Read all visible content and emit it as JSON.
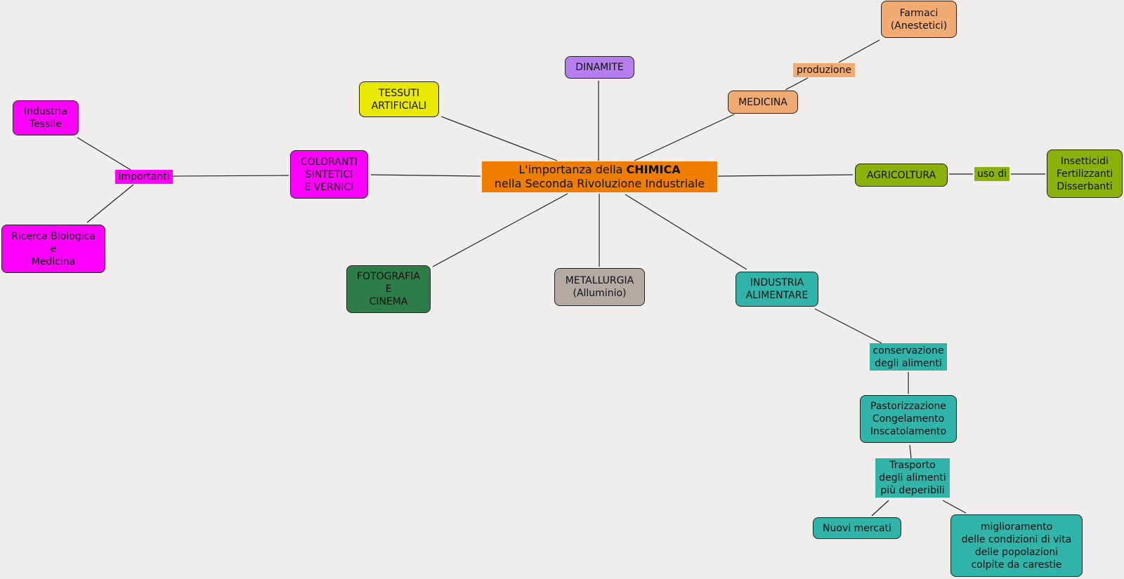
{
  "colors": {
    "background": "#efeeec",
    "center": "#ef7d00",
    "magenta": "#ff00ff",
    "yellow": "#e9e900",
    "purple": "#b77ef0",
    "peach": "#efab72",
    "olive": "#8bb10c",
    "teal": "#30b3a9",
    "dark_green": "#2e7d48",
    "gray": "#b3aba3"
  },
  "center": {
    "line1_prefix": "L'importanza della ",
    "line1_bold": "CHIMICA",
    "line2": "nella Seconda Rivoluzione Industriale"
  },
  "nodes": {
    "industria_tessile": "Industria\nTessile",
    "ricerca_biologica": "Ricerca Biologica\ne\nMedicina",
    "coloranti": "COLORANTI\nSINTETICI\nE VERNICI",
    "tessuti": "TESSUTI\nARTIFICIALI",
    "dinamite": "DINAMITE",
    "medicina": "MEDICINA",
    "farmaci": "Farmaci\n(Anestetici)",
    "agricoltura": "AGRICOLTURA",
    "insetticidi": "Insetticidi\nFertilizzanti\nDisserbanti",
    "fotografia": "FOTOGRAFIA\nE\nCINEMA",
    "metallurgia": "METALLURGIA\n(Alluminio)",
    "industria_alimentare": "INDUSTRIA\nALIMENTARE",
    "pastorizzazione": "Pastorizzazione\nCongelamento\nInscatolamento",
    "nuovi_mercati": "Nuovi mercati",
    "miglioramento": "miglioramento\ndelle condizioni di vita\ndelle popolazioni\ncolpite da carestie"
  },
  "links": {
    "importanti": "importanti",
    "produzione": "produzione",
    "uso_di": "uso di",
    "conservazione": "conservazione\ndegli alimenti",
    "trasporto": "Trasporto\ndegli alimenti\npiù deperibili"
  }
}
